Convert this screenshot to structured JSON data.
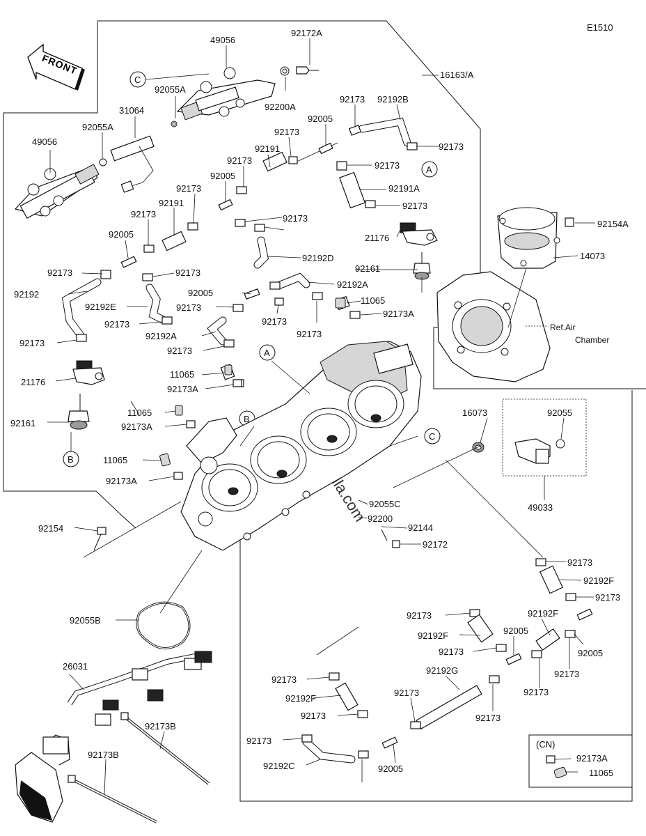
{
  "diagram_code": "E1510",
  "front_label": "FRONT",
  "watermark": "partzilla.com",
  "ref_labels": {
    "air_chamber_line1": "Ref.Air",
    "air_chamber_line2": "Chamber",
    "cn": "(CN)"
  },
  "callouts": {
    "A": "A",
    "B": "B",
    "C": "C"
  },
  "parts": [
    {
      "id": "p_49056_top",
      "number": "49056"
    },
    {
      "id": "p_92172A",
      "number": "92172A"
    },
    {
      "id": "p_16163A",
      "number": "16163/A"
    },
    {
      "id": "p_92055A_top",
      "number": "92055A"
    },
    {
      "id": "p_92200A",
      "number": "92200A"
    },
    {
      "id": "p_31064",
      "number": "31064"
    },
    {
      "id": "p_92055A_left",
      "number": "92055A"
    },
    {
      "id": "p_49056_left",
      "number": "49056"
    },
    {
      "id": "p_92173_a",
      "number": "92173"
    },
    {
      "id": "p_92192B",
      "number": "92192B"
    },
    {
      "id": "p_92005_a",
      "number": "92005"
    },
    {
      "id": "p_92173_b",
      "number": "92173"
    },
    {
      "id": "p_92173_c",
      "number": "92173"
    },
    {
      "id": "p_92191_a",
      "number": "92191"
    },
    {
      "id": "p_92173_d",
      "number": "92173"
    },
    {
      "id": "p_92191A",
      "number": "92191A"
    },
    {
      "id": "p_92173_e",
      "number": "92173"
    },
    {
      "id": "p_92173_f",
      "number": "92173"
    },
    {
      "id": "p_92005_b",
      "number": "92005"
    },
    {
      "id": "p_92173_g",
      "number": "92173"
    },
    {
      "id": "p_92191_b",
      "number": "92191"
    },
    {
      "id": "p_92173_h",
      "number": "92173"
    },
    {
      "id": "p_92173_i",
      "number": "92173"
    },
    {
      "id": "p_92154A",
      "number": "92154A"
    },
    {
      "id": "p_92005_c",
      "number": "92005"
    },
    {
      "id": "p_21176_top",
      "number": "21176"
    },
    {
      "id": "p_92192D",
      "number": "92192D"
    },
    {
      "id": "p_14073",
      "number": "14073"
    },
    {
      "id": "p_92161_top",
      "number": "92161"
    },
    {
      "id": "p_92173_j",
      "number": "92173"
    },
    {
      "id": "p_92173_k",
      "number": "92173"
    },
    {
      "id": "p_92192A_top",
      "number": "92192A"
    },
    {
      "id": "p_92192",
      "number": "92192"
    },
    {
      "id": "p_92005_d",
      "number": "92005"
    },
    {
      "id": "p_11065_top",
      "number": "11065"
    },
    {
      "id": "p_92192E",
      "number": "92192E"
    },
    {
      "id": "p_92173_l",
      "number": "92173"
    },
    {
      "id": "p_92173_m",
      "number": "92173"
    },
    {
      "id": "p_92173A_top",
      "number": "92173A"
    },
    {
      "id": "p_92173_n",
      "number": "92173"
    },
    {
      "id": "p_92192A_mid",
      "number": "92192A"
    },
    {
      "id": "p_92173_o",
      "number": "92173"
    },
    {
      "id": "p_92173_p",
      "number": "92173"
    },
    {
      "id": "p_11065_mid",
      "number": "11065"
    },
    {
      "id": "p_92173A_mid",
      "number": "92173A"
    },
    {
      "id": "p_21176_left",
      "number": "21176"
    },
    {
      "id": "p_11065_left",
      "number": "11065"
    },
    {
      "id": "p_92173A_left",
      "number": "92173A"
    },
    {
      "id": "p_92161_left",
      "number": "92161"
    },
    {
      "id": "p_16073",
      "number": "16073"
    },
    {
      "id": "p_92055",
      "number": "92055"
    },
    {
      "id": "p_11065_low",
      "number": "11065"
    },
    {
      "id": "p_92173A_low",
      "number": "92173A"
    },
    {
      "id": "p_49033",
      "number": "49033"
    },
    {
      "id": "p_92055C",
      "number": "92055C"
    },
    {
      "id": "p_92200",
      "number": "92200"
    },
    {
      "id": "p_92154",
      "number": "92154"
    },
    {
      "id": "p_92144",
      "number": "92144"
    },
    {
      "id": "p_92172",
      "number": "92172"
    },
    {
      "id": "p_92173_q",
      "number": "92173"
    },
    {
      "id": "p_92192F_a",
      "number": "92192F"
    },
    {
      "id": "p_92173_r",
      "number": "92173"
    },
    {
      "id": "p_92055B",
      "number": "92055B"
    },
    {
      "id": "p_92173_s",
      "number": "92173"
    },
    {
      "id": "p_92192F_b",
      "number": "92192F"
    },
    {
      "id": "p_92192F_c",
      "number": "92192F"
    },
    {
      "id": "p_92005_e",
      "number": "92005"
    },
    {
      "id": "p_92173_t",
      "number": "92173"
    },
    {
      "id": "p_92005_f",
      "number": "92005"
    },
    {
      "id": "p_92173_u",
      "number": "92173"
    },
    {
      "id": "p_92173_v",
      "number": "92173"
    },
    {
      "id": "p_26031",
      "number": "26031"
    },
    {
      "id": "p_92192G",
      "number": "92192G"
    },
    {
      "id": "p_92173_w",
      "number": "92173"
    },
    {
      "id": "p_92192F_d",
      "number": "92192F"
    },
    {
      "id": "p_92173_x",
      "number": "92173"
    },
    {
      "id": "p_92173_y",
      "number": "92173"
    },
    {
      "id": "p_92173B_a",
      "number": "92173B"
    },
    {
      "id": "p_92173_z",
      "number": "92173"
    },
    {
      "id": "p_92173B_b",
      "number": "92173B"
    },
    {
      "id": "p_92173_aa",
      "number": "92173"
    },
    {
      "id": "p_92192C",
      "number": "92192C"
    },
    {
      "id": "p_92005_g",
      "number": "92005"
    },
    {
      "id": "p_92173_bb",
      "number": "92173"
    },
    {
      "id": "p_92173A_cn",
      "number": "92173A"
    },
    {
      "id": "p_11065_cn",
      "number": "11065"
    }
  ]
}
